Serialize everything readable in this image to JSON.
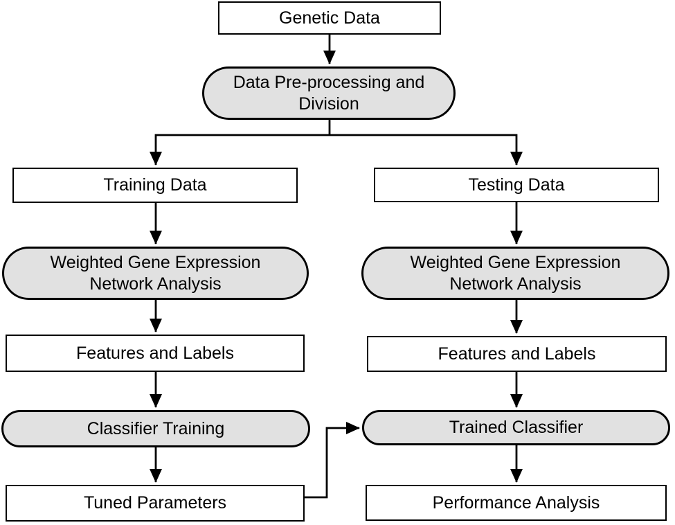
{
  "diagram": {
    "type": "flowchart",
    "background": "#ffffff",
    "colors": {
      "process_fill": "#e1e1e1",
      "data_fill": "#ffffff",
      "stroke": "#000000",
      "text": "#000000"
    },
    "nodes": {
      "genetic_data": "Genetic Data",
      "preprocessing": "Data Pre-processing and\nDivision",
      "training_data": "Training Data",
      "testing_data": "Testing Data",
      "wgcna_train": "Weighted Gene Expression\nNetwork Analysis",
      "wgcna_test": "Weighted Gene Expression\nNetwork Analysis",
      "features_train": "Features and Labels",
      "features_test": "Features and Labels",
      "classifier_training": "Classifier Training",
      "trained_classifier": "Trained Classifier",
      "tuned_parameters": "Tuned Parameters",
      "performance_analysis": "Performance Analysis"
    },
    "edges": [
      {
        "from": "genetic_data",
        "to": "preprocessing"
      },
      {
        "from": "preprocessing",
        "to": "training_data"
      },
      {
        "from": "preprocessing",
        "to": "testing_data"
      },
      {
        "from": "training_data",
        "to": "wgcna_train"
      },
      {
        "from": "wgcna_train",
        "to": "features_train"
      },
      {
        "from": "features_train",
        "to": "classifier_training"
      },
      {
        "from": "classifier_training",
        "to": "tuned_parameters"
      },
      {
        "from": "tuned_parameters",
        "to": "trained_classifier"
      },
      {
        "from": "testing_data",
        "to": "wgcna_test"
      },
      {
        "from": "wgcna_test",
        "to": "features_test"
      },
      {
        "from": "features_test",
        "to": "trained_classifier"
      },
      {
        "from": "trained_classifier",
        "to": "performance_analysis"
      }
    ]
  }
}
